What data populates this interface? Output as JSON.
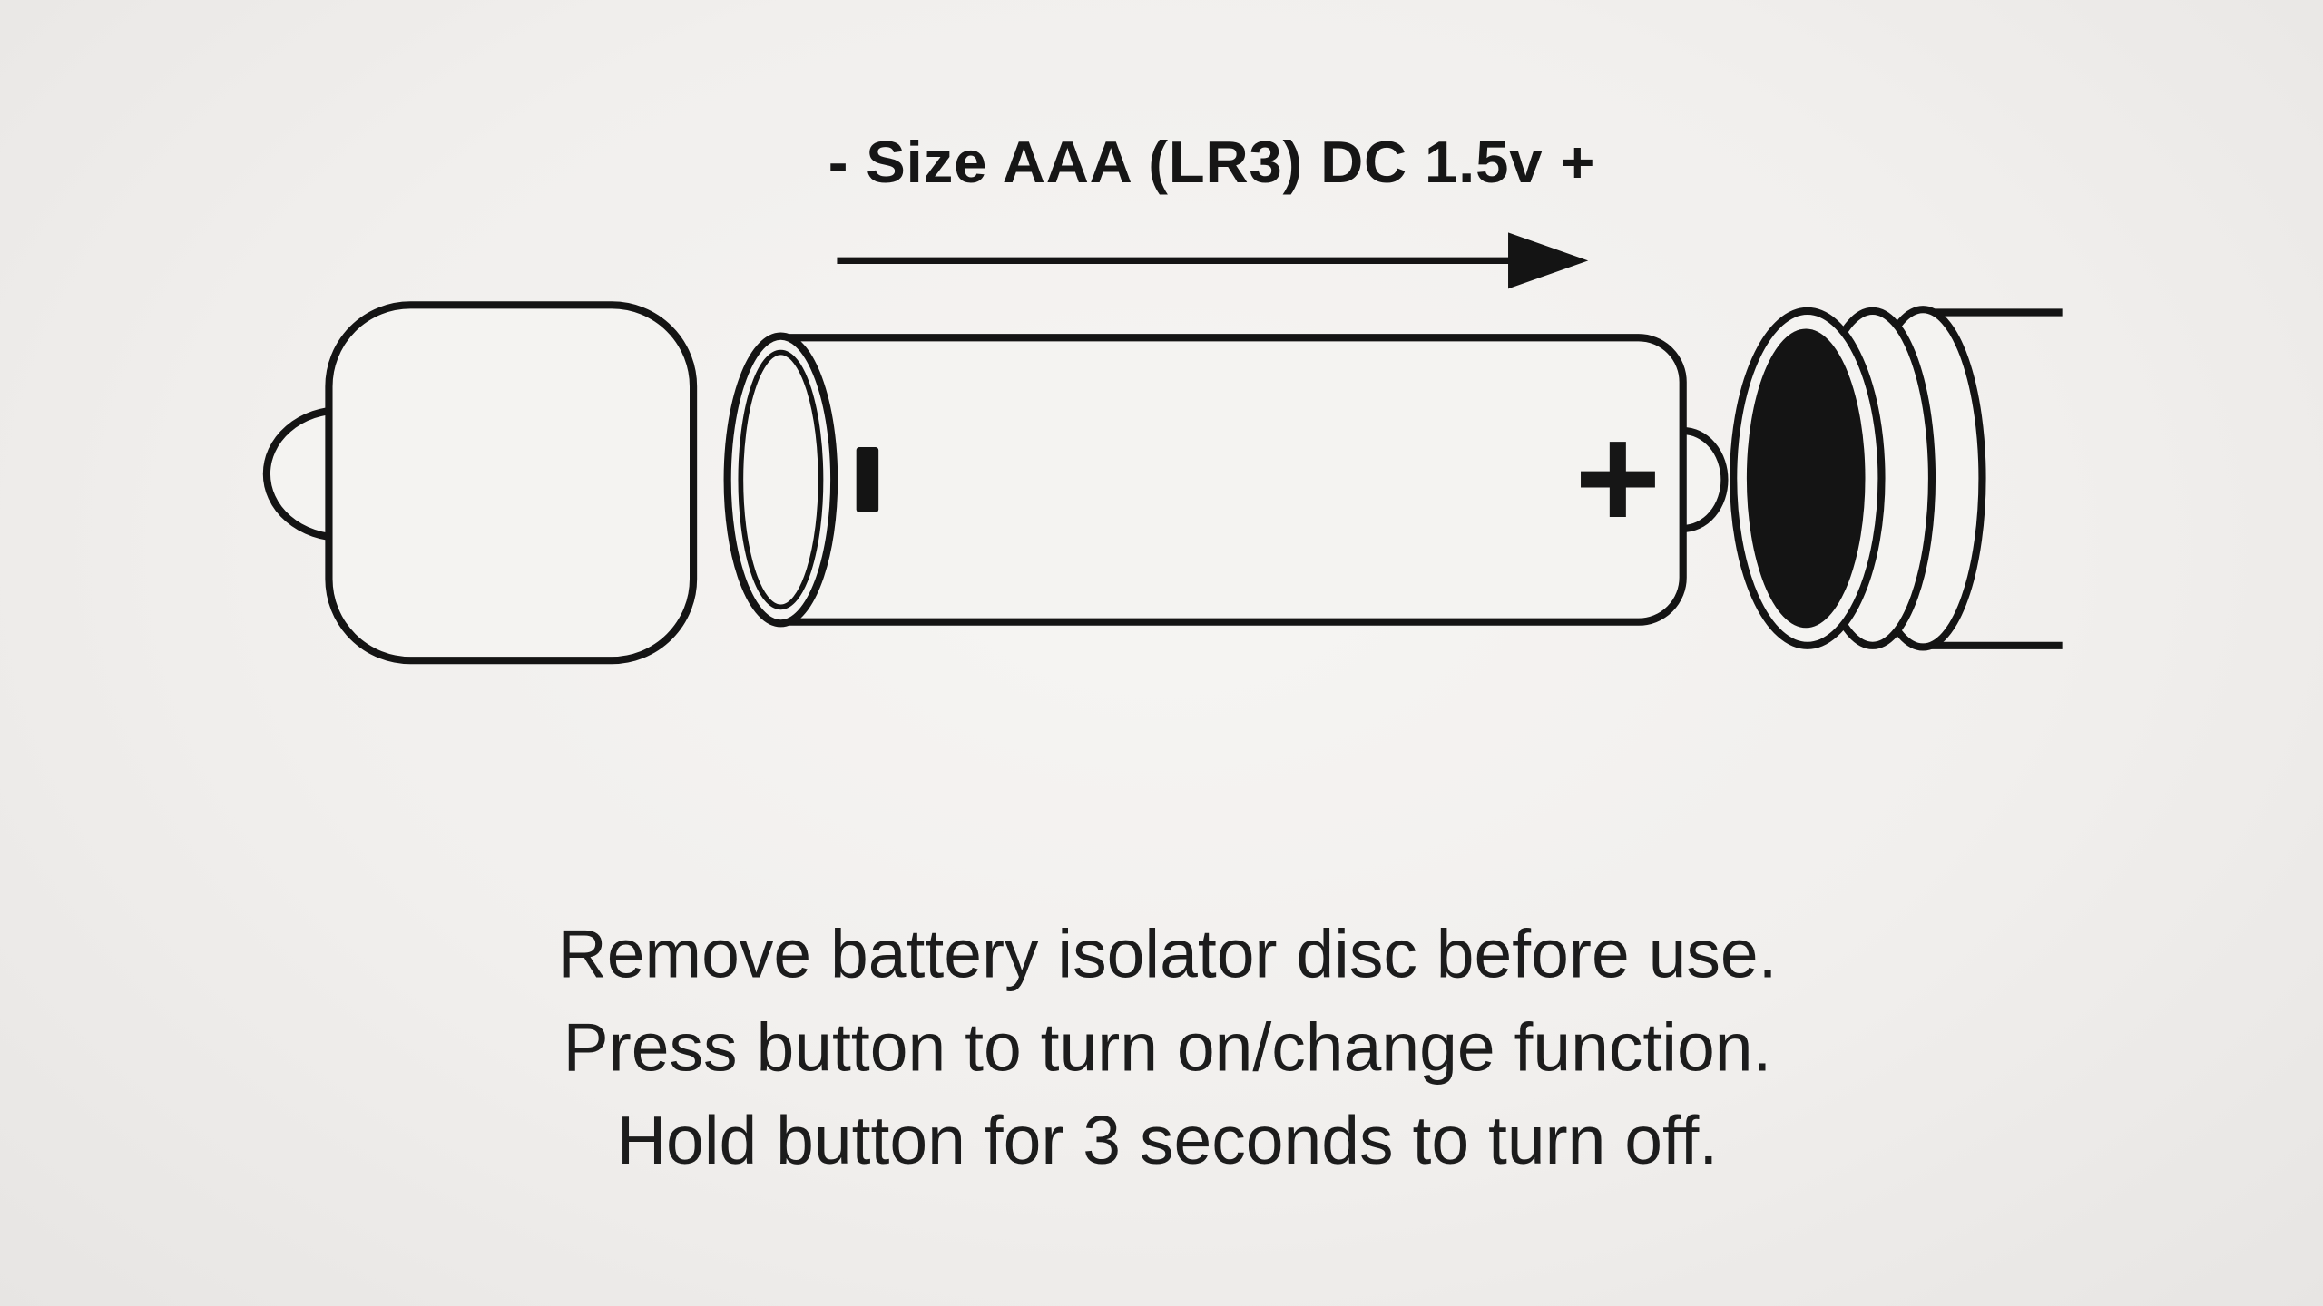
{
  "page": {
    "background": "#f1efed",
    "ink": "#141414"
  },
  "header": {
    "battery_spec": "- Size AAA (LR3) DC 1.5v +"
  },
  "diagram": {
    "arrow_direction": "right",
    "battery": {
      "negative_label": "-",
      "positive_label": "+"
    },
    "isolator_disc_color": "#141414"
  },
  "instructions": {
    "line1": "Remove battery isolator disc before use.",
    "line2": "Press button to turn on/change function.",
    "line3": "Hold button for 3 seconds to turn off."
  }
}
